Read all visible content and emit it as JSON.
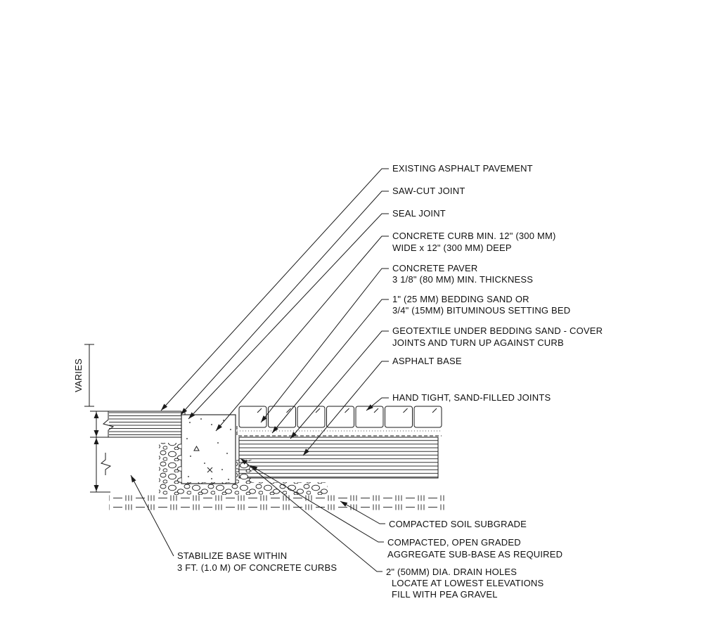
{
  "drawing_type": "construction-section-detail",
  "colors": {
    "line": "#1a1a1a",
    "background": "#ffffff"
  },
  "labels": {
    "existing_asphalt": "EXISTING ASPHALT PAVEMENT",
    "saw_cut_joint": "SAW-CUT JOINT",
    "seal_joint": "SEAL JOINT",
    "concrete_curb_line1": "CONCRETE CURB MIN. 12\" (300 MM)",
    "concrete_curb_line2": "WIDE x 12\" (300 MM) DEEP",
    "concrete_paver_line1": "CONCRETE PAVER",
    "concrete_paver_line2": "3 1/8\" (80 MM) MIN. THICKNESS",
    "bedding_line1": "1\" (25 MM) BEDDING SAND OR",
    "bedding_line2": "3/4\" (15MM) BITUMINOUS SETTING BED",
    "geotextile_line1": "GEOTEXTILE UNDER BEDDING SAND - COVER",
    "geotextile_line2": "JOINTS AND TURN UP AGAINST CURB",
    "asphalt_base": "ASPHALT BASE",
    "hand_tight_joints": "HAND TIGHT, SAND-FILLED JOINTS",
    "compacted_subgrade": "COMPACTED SOIL SUBGRADE",
    "aggregate_line1": "COMPACTED, OPEN GRADED",
    "aggregate_line2": "AGGREGATE SUB-BASE AS REQUIRED",
    "drain_line1": "2\" (50MM) DIA. DRAIN HOLES",
    "drain_line2": "LOCATE AT LOWEST ELEVATIONS",
    "drain_line3": "FILL WITH PEA GRAVEL",
    "stabilize_line1": "STABILIZE BASE WITHIN",
    "stabilize_line2": "3 FT. (1.0 M) OF CONCRETE CURBS",
    "varies": "VARIES"
  }
}
